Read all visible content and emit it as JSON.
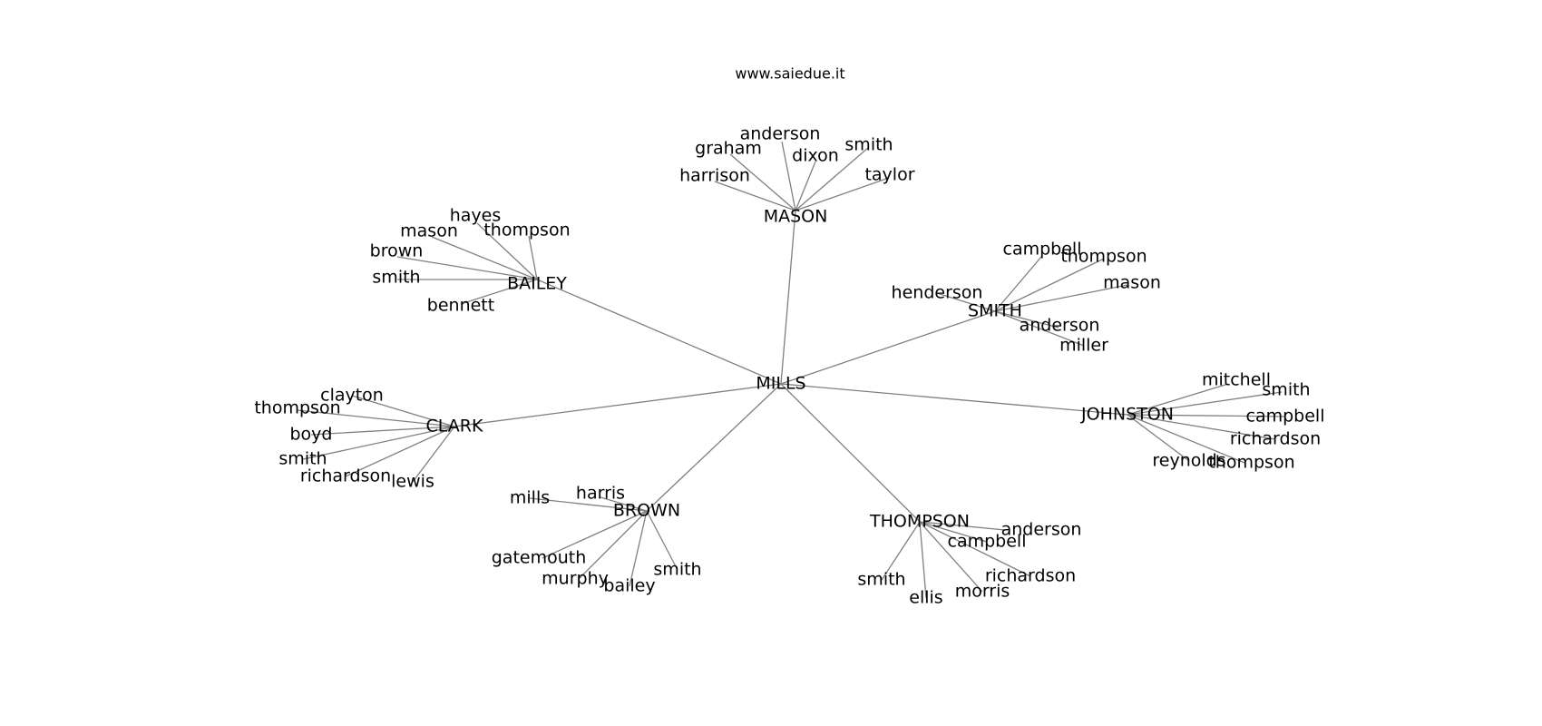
{
  "website": "www.saiedue.it",
  "colors": {
    "edge": "#808080",
    "text": "#000000",
    "background": "#ffffff"
  },
  "graph": {
    "root": "MILLS",
    "groups": [
      {
        "hub": "MASON",
        "leaves": [
          "anderson",
          "graham",
          "dixon",
          "smith",
          "harrison",
          "taylor"
        ]
      },
      {
        "hub": "BAILEY",
        "leaves": [
          "hayes",
          "mason",
          "thompson",
          "brown",
          "smith",
          "bennett"
        ]
      },
      {
        "hub": "SMITH",
        "leaves": [
          "campbell",
          "thompson",
          "henderson",
          "mason",
          "anderson",
          "miller"
        ]
      },
      {
        "hub": "CLARK",
        "leaves": [
          "clayton",
          "thompson",
          "boyd",
          "smith",
          "richardson",
          "lewis"
        ]
      },
      {
        "hub": "JOHNSTON",
        "leaves": [
          "mitchell",
          "smith",
          "campbell",
          "richardson",
          "reynolds",
          "thompson"
        ]
      },
      {
        "hub": "BROWN",
        "leaves": [
          "mills",
          "harris",
          "gatemouth",
          "murphy",
          "bailey",
          "smith"
        ]
      },
      {
        "hub": "THOMPSON",
        "leaves": [
          "anderson",
          "campbell",
          "richardson",
          "smith",
          "ellis",
          "morris"
        ]
      }
    ]
  }
}
